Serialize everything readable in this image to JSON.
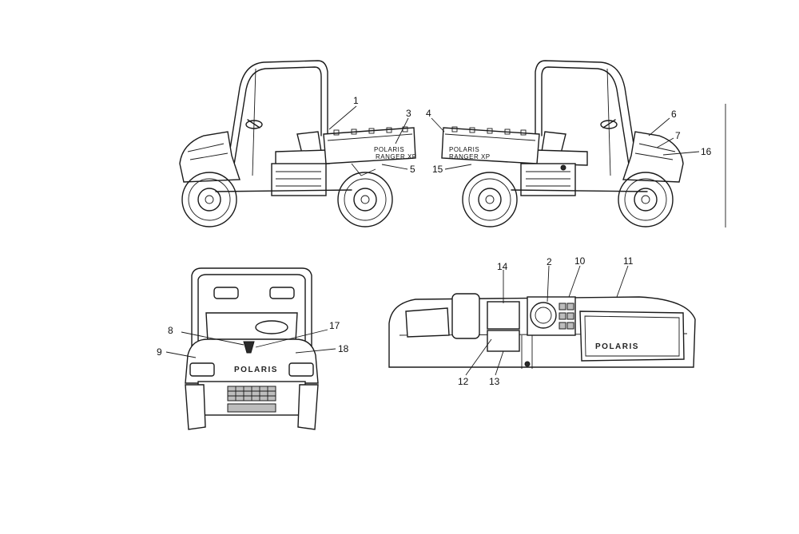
{
  "callouts": {
    "c1": "1",
    "c2": "2",
    "c3": "3",
    "c4": "4",
    "c5": "5",
    "c6": "6",
    "c7": "7",
    "c8": "8",
    "c9": "9",
    "c10": "10",
    "c11": "11",
    "c12": "12",
    "c13": "13",
    "c14": "14",
    "c15": "15",
    "c16": "16",
    "c17": "17",
    "c18": "18"
  },
  "decals": {
    "model_left": "RANGER XP",
    "model_right": "RANGER XP",
    "polaris_small_left": "POLARIS",
    "polaris_small_right": "POLARIS",
    "polaris_hood": "POLARIS",
    "polaris_dash": "POLARIS"
  }
}
